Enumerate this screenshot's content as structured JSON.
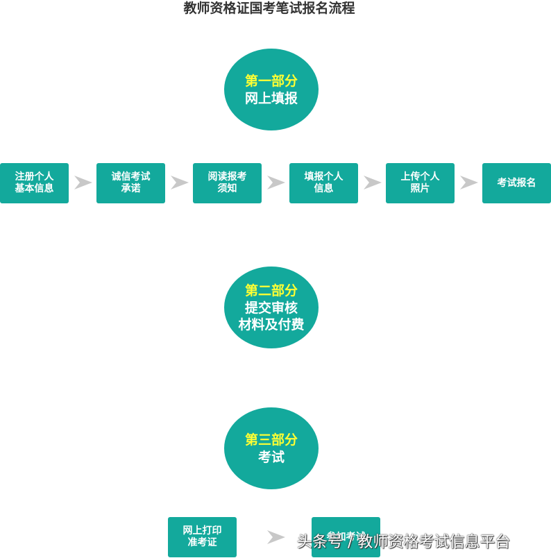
{
  "title": "教师资格证国考笔试报名流程",
  "parts": [
    {
      "part": "第一部分",
      "lines": [
        "网上填报"
      ]
    },
    {
      "part": "第二部分",
      "lines": [
        "提交审核",
        "材料及付费"
      ]
    },
    {
      "part": "第三部分",
      "lines": [
        "考试"
      ]
    }
  ],
  "step1": [
    [
      "注册个人",
      "基本信息"
    ],
    [
      "诚信考试",
      "承诺"
    ],
    [
      "阅读报考",
      "须知"
    ],
    [
      "填报个人",
      "信息"
    ],
    [
      "上传个人",
      "照片"
    ],
    [
      "考试报名"
    ]
  ],
  "step3": [
    [
      "网上打印",
      "准考证"
    ],
    [
      "参加考试"
    ]
  ],
  "watermark": "头条号 / 教师资格考试信息平台",
  "colors": {
    "teal": "#13a99c",
    "highlight": "#ffff33",
    "arrow": "#c8c8c8",
    "title": "#333333"
  }
}
